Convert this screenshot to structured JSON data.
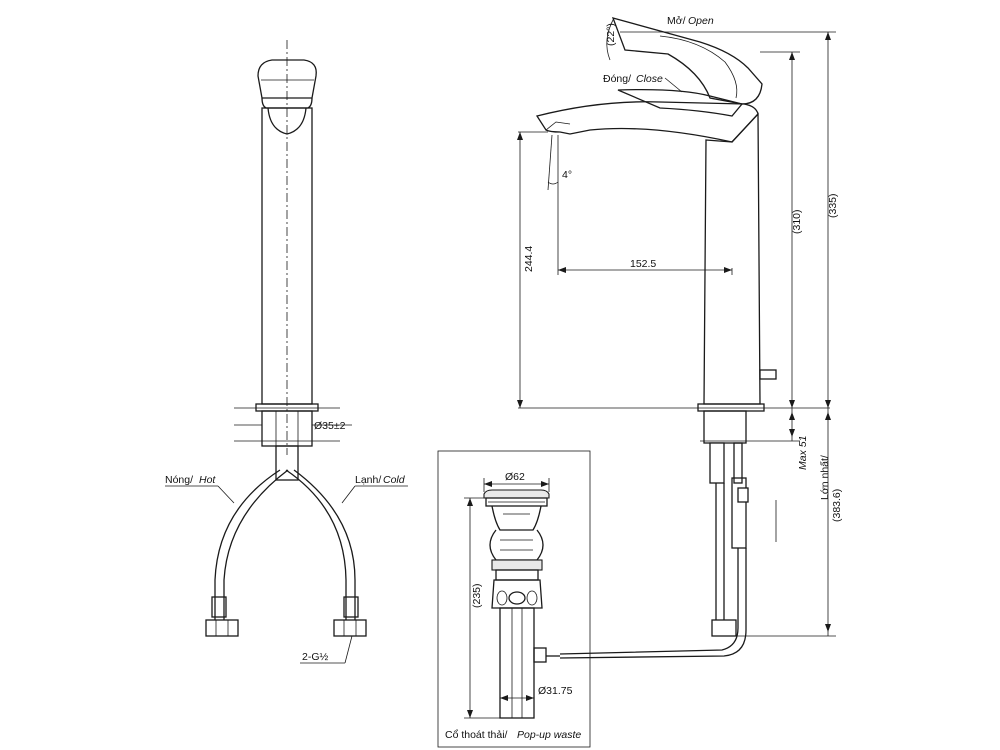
{
  "front_view": {
    "hole_diameter": "Ø35±2",
    "hot_label": "Nóng/",
    "hot_label_en": "Hot",
    "cold_label": "Lạnh/",
    "cold_label_en": "Cold",
    "connection": "2-G½"
  },
  "side_view": {
    "open_label": "Mở/",
    "open_label_en": "Open",
    "close_label": "Đóng/",
    "close_label_en": "Close",
    "handle_angle": "(22°)",
    "spout_angle": "4°",
    "spout_reach": "152.5",
    "spout_height": "244.4",
    "height_310": "(310)",
    "height_335": "(335)",
    "max_thickness_label": "Lớn nhất/",
    "max_thickness_en": "Max 51",
    "below_deck": "(383.6)"
  },
  "waste_view": {
    "top_diameter": "Ø62",
    "length": "(235)",
    "bottom_diameter": "Ø31.75",
    "caption": "Cổ thoát thải/",
    "caption_en": "Pop-up waste"
  }
}
